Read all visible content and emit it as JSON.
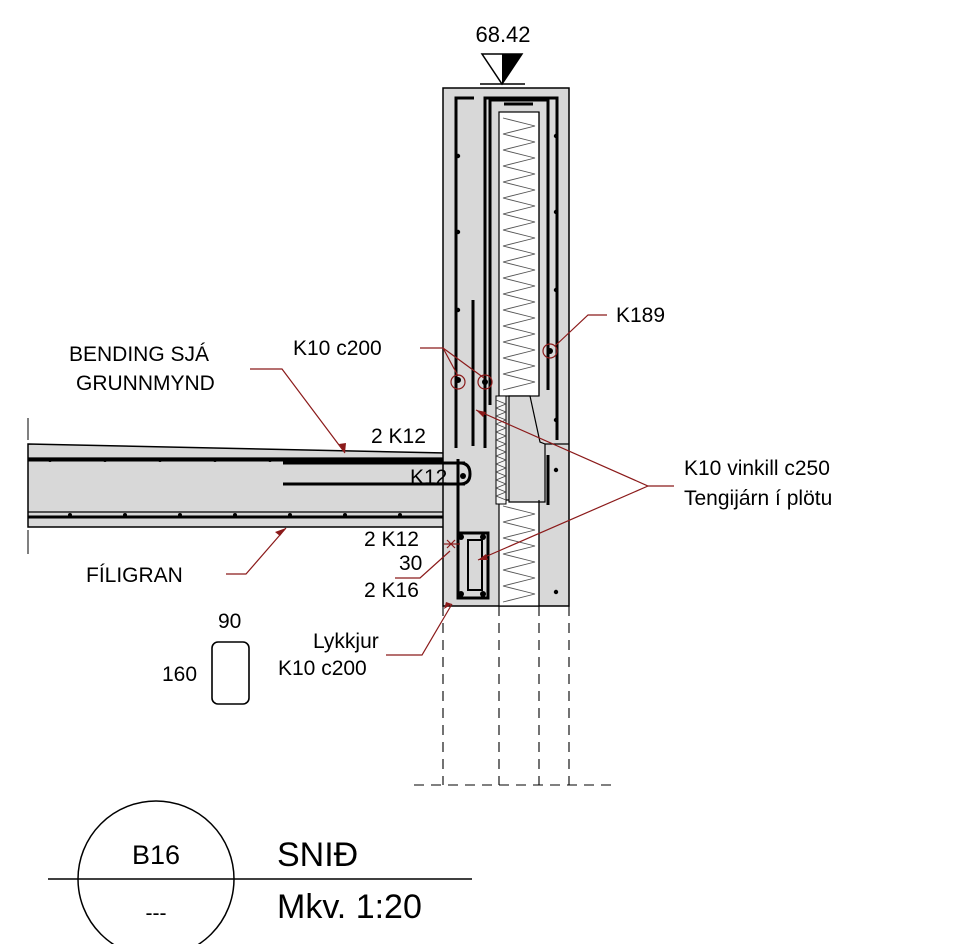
{
  "drawing": {
    "elevation": "68.42",
    "labels": {
      "bending": [
        "BENDING SJÁ",
        "GRUNNMYND"
      ],
      "k10_c200": "K10 c200",
      "k189": "K189",
      "two_k12_top": "2 K12",
      "k12": "K12",
      "k10_vinkill": [
        "K10 vinkill c250",
        "Tengijárn í plötu"
      ],
      "two_k12_bottom": "2 K12",
      "thirty": "30",
      "two_k16": "2 K16",
      "filigran": "FÍLIGRAN",
      "lykkjur": [
        "Lykkjur",
        "K10 c200"
      ],
      "stirrup_width": "90",
      "stirrup_height": "160"
    },
    "title_block": {
      "id": "B16",
      "sheet": "---",
      "title": "SNIÐ",
      "scale": "Mkv. 1:20"
    }
  },
  "colors": {
    "concrete": "#d8d8d8",
    "line": "#000000",
    "leader": "#8b1a1a",
    "insulation": "#ffffff"
  }
}
